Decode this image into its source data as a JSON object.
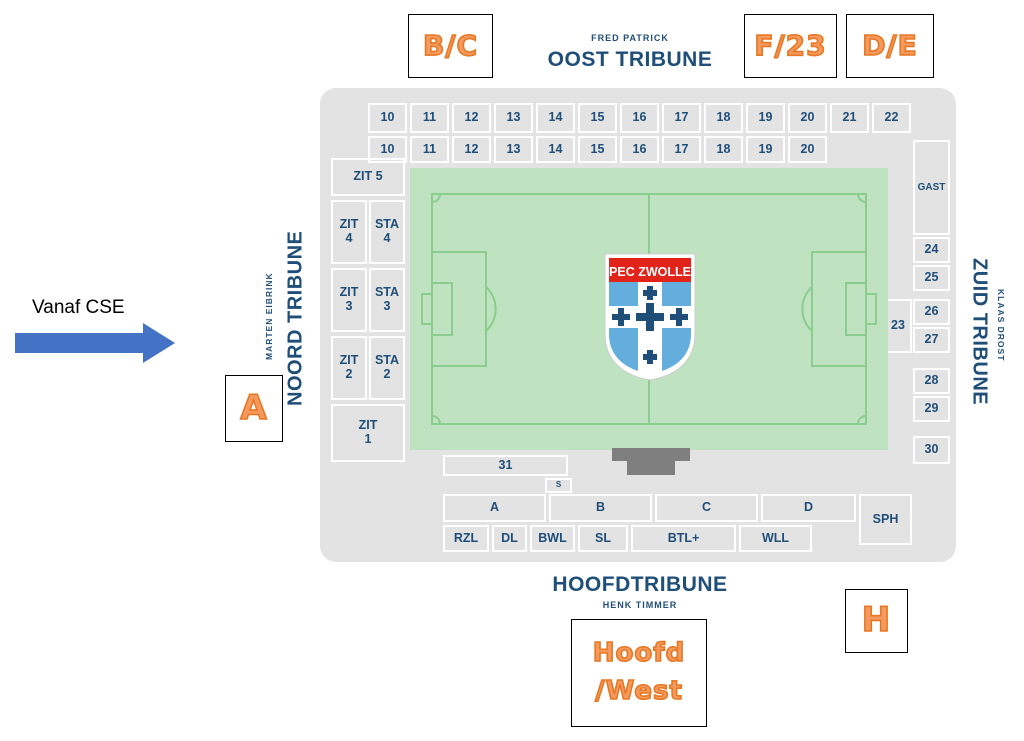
{
  "annotations": {
    "vanaf_cse": "Vanaf CSE"
  },
  "entrances": {
    "bc": "B/C",
    "f23": "F/23",
    "de": "D/E",
    "a": "A",
    "h": "H",
    "hoofd_west_line1": "Hoofd",
    "hoofd_west_line2": "/West"
  },
  "tribunes": {
    "oost_sponsor": "FRED PATRICK",
    "oost_name": "OOST TRIBUNE",
    "noord_sponsor": "MARTEN EIBRINK",
    "noord_name": "NOORD TRIBUNE",
    "zuid_sponsor": "KLAAS DROST",
    "zuid_name": "ZUID TRIBUNE",
    "hoofd_name": "HOOFDTRIBUNE",
    "hoofd_sponsor": "HENK TIMMER"
  },
  "sections": {
    "north_upper": [
      "10",
      "11",
      "12",
      "13",
      "14",
      "15",
      "16",
      "17",
      "18",
      "19",
      "20",
      "21",
      "22"
    ],
    "north_lower": [
      "10",
      "11",
      "12",
      "13",
      "14",
      "15",
      "16",
      "17",
      "18",
      "19",
      "20"
    ],
    "west": {
      "zit5": "ZIT 5",
      "zit4_l1": "ZIT",
      "zit4_l2": "4",
      "sta4_l1": "STA",
      "sta4_l2": "4",
      "zit3_l1": "ZIT",
      "zit3_l2": "3",
      "sta3_l1": "STA",
      "sta3_l2": "3",
      "zit2_l1": "ZIT",
      "zit2_l2": "2",
      "sta2_l1": "STA",
      "sta2_l2": "2",
      "zit1_l1": "ZIT",
      "zit1_l2": "1"
    },
    "east": {
      "gast": "GAST",
      "s23": "23",
      "s24": "24",
      "s25": "25",
      "s26": "26",
      "s27": "27",
      "s28": "28",
      "s29": "29",
      "s30": "30"
    },
    "south": {
      "s31": "31",
      "s": "S",
      "a": "A",
      "b": "B",
      "c": "C",
      "d": "D",
      "sph": "SPH",
      "rzl": "RZL",
      "dl": "DL",
      "bwl": "BWL",
      "sl": "SL",
      "btl": "BTL+",
      "wll": "WLL"
    }
  },
  "logo": {
    "text": "PEC ZWOLLE"
  },
  "colors": {
    "dark_blue": "#1f4e79",
    "orange": "#e87722",
    "arrow_blue": "#4472c4",
    "bowl_gray": "#e3e3e3",
    "pitch_green": "#bfe3c0",
    "logo_red": "#e2231a",
    "logo_blue": "#64aede"
  }
}
